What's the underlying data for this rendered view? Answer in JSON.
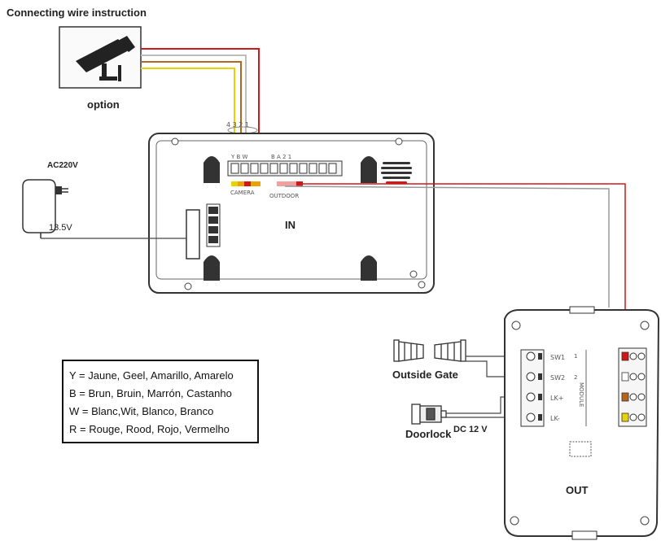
{
  "title": "Connecting wire instruction",
  "camera": {
    "label": "option"
  },
  "power": {
    "input": "AC220V",
    "output": "13.5V"
  },
  "indoor": {
    "label": "IN",
    "wire_numbers": "4 3 2 1",
    "camera_terminals": "Y B W",
    "outdoor_terminals": "B A 2 1",
    "camera_port": "CAMERA",
    "outdoor_port": "OUTDOOR"
  },
  "outdoor": {
    "label": "OUT",
    "terminals": [
      "SW1",
      "SW2",
      "LK+",
      "LK-"
    ],
    "channel_numbers": [
      "1",
      "2"
    ],
    "side_label": "MODULE"
  },
  "devices": {
    "gate": "Outside Gate",
    "lock": "Doorlock",
    "lock_voltage": "DC 12 V"
  },
  "legend": [
    "Y = Jaune, Geel, Amarillo, Amarelo",
    "B = Brun, Bruin, Marrón, Castanho",
    "W = Blanc,Wit, Blanco, Branco",
    "R = Rouge, Rood, Rojo, Vermelho"
  ],
  "colors": {
    "yellow": "#e8d200",
    "brown": "#b5651d",
    "white": "#bdbdbd",
    "red": "#d01818"
  }
}
